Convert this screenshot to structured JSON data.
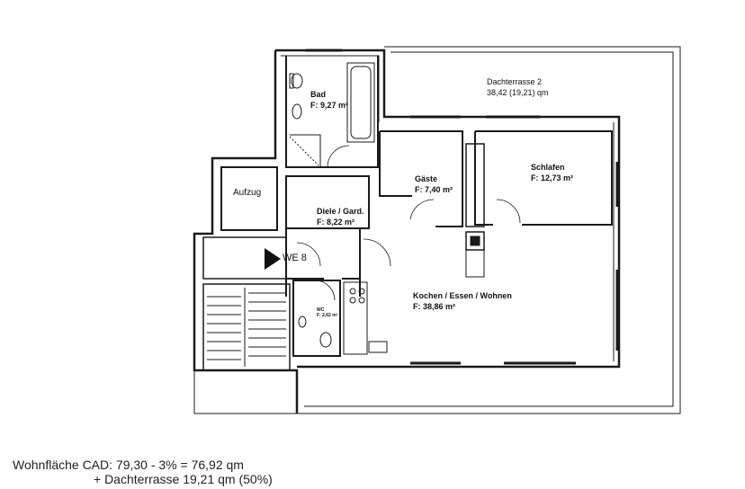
{
  "rooms": {
    "bad": {
      "name": "Bad",
      "area": "F: 9,27 m²"
    },
    "aufzug": {
      "name": "Aufzug"
    },
    "diele": {
      "name": "Diele / Gard.",
      "area": "F: 8,22 m²"
    },
    "gaeste": {
      "name": "Gäste",
      "area": "F: 7,40 m²"
    },
    "schlafen": {
      "name": "Schlafen",
      "area": "F: 12,73 m²"
    },
    "kochen": {
      "name": "Kochen / Essen / Wohnen",
      "area": "F: 38,86 m²"
    },
    "wc": {
      "name": "WC",
      "area": "F: 2,62 m²"
    }
  },
  "terrace": {
    "name": "Dachterrasse 2",
    "area": "38,42 (19,21) qm"
  },
  "unit_label": "WE 8",
  "summary": {
    "line1": "Wohnfläche CAD: 79,30 - 3% = 76,92 qm",
    "line2": "+ Dachterrasse 19,21 qm (50%)"
  },
  "colors": {
    "line": "#1a1a1a",
    "paper": "#ffffff"
  }
}
